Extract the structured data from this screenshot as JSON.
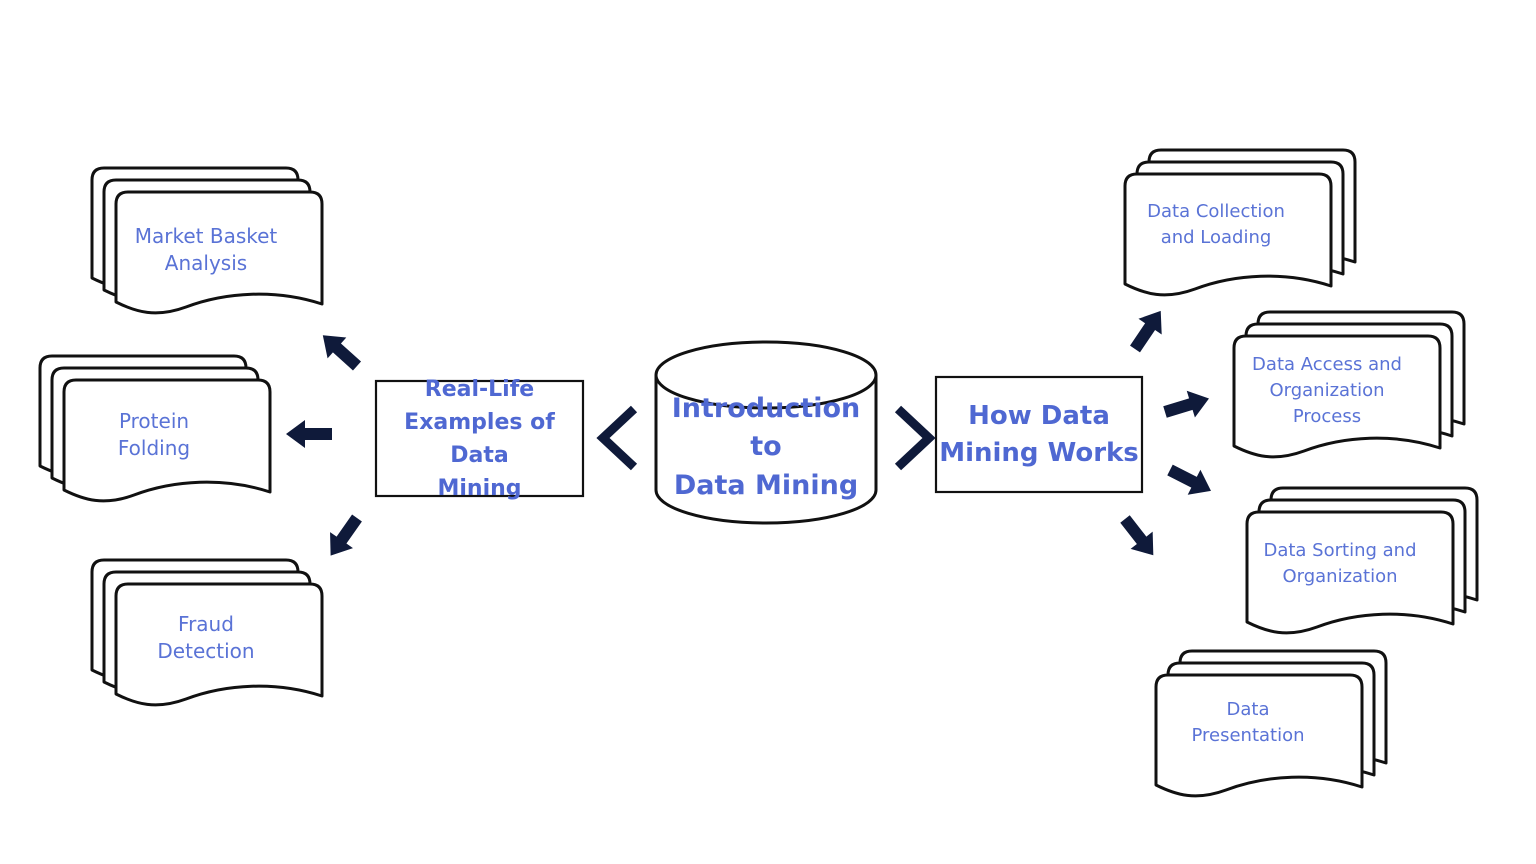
{
  "center": {
    "label": "Introduction to\nData Mining"
  },
  "left_hub": {
    "label": "Real-Life\nExamples of Data\nMining"
  },
  "right_hub": {
    "label": "How Data\nMining Works"
  },
  "examples": [
    {
      "label": "Market Basket\nAnalysis"
    },
    {
      "label": "Protein\nFolding"
    },
    {
      "label": "Fraud\nDetection"
    }
  ],
  "process_steps": [
    {
      "label": "Data Collection\nand Loading"
    },
    {
      "label": "Data Access and\nOrganization\nProcess"
    },
    {
      "label": "Data Sorting and\nOrganization"
    },
    {
      "label": "Data\nPresentation"
    }
  ],
  "colors": {
    "text": "#5a73d6",
    "outline": "#111111",
    "arrow": "#0f1a3a"
  }
}
